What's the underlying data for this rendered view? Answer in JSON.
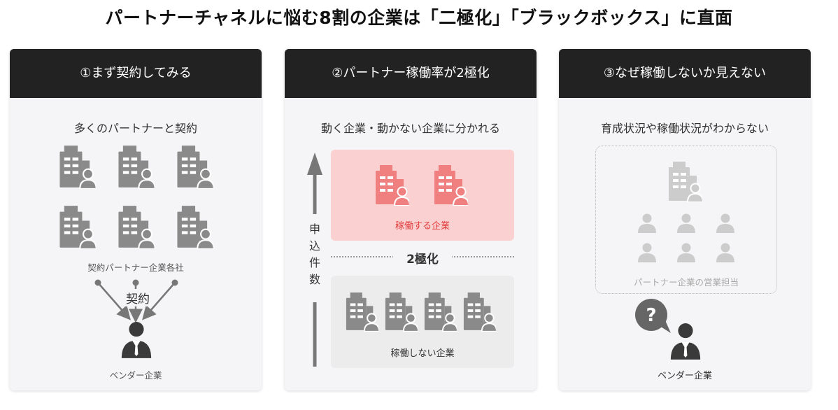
{
  "title": "パートナーチャネルに悩む8割の企業は「二極化」「ブラックボックス」に直面",
  "colors": {
    "header_bg": "#222222",
    "card_bg": "#f5f5f7",
    "building_gray": "#8a8a8a",
    "building_red": "#f08080",
    "light_gray": "#cccccc",
    "red_text": "#e03c3c"
  },
  "cards": [
    {
      "header": "①まず契約してみる",
      "subtitle": "多くのパートナーと契約",
      "partners_label": "契約パートナー企業各社",
      "contract_label": "契約",
      "vendor_label": "ベンダー企業",
      "icons": [
        "building-person-icon",
        "arrow-icon",
        "businessman-icon"
      ]
    },
    {
      "header": "②パートナー稼働率が2極化",
      "subtitle": "動く企業・動かない企業に分かれる",
      "axis_label": "申込件数",
      "active_label": "稼働する企業",
      "divider_label": "2極化",
      "inactive_label": "稼働しない企業",
      "icons": [
        "building-person-icon",
        "up-arrow-icon"
      ]
    },
    {
      "header": "③なぜ稼働しないか見えない",
      "subtitle": "育成状況や稼働状況がわからない",
      "sales_label": "パートナー企業の営業担当",
      "vendor_label": "ベンダー企業",
      "question_mark": "?",
      "icons": [
        "building-person-icon",
        "person-icon",
        "question-bubble-icon",
        "businessman-icon"
      ]
    }
  ]
}
